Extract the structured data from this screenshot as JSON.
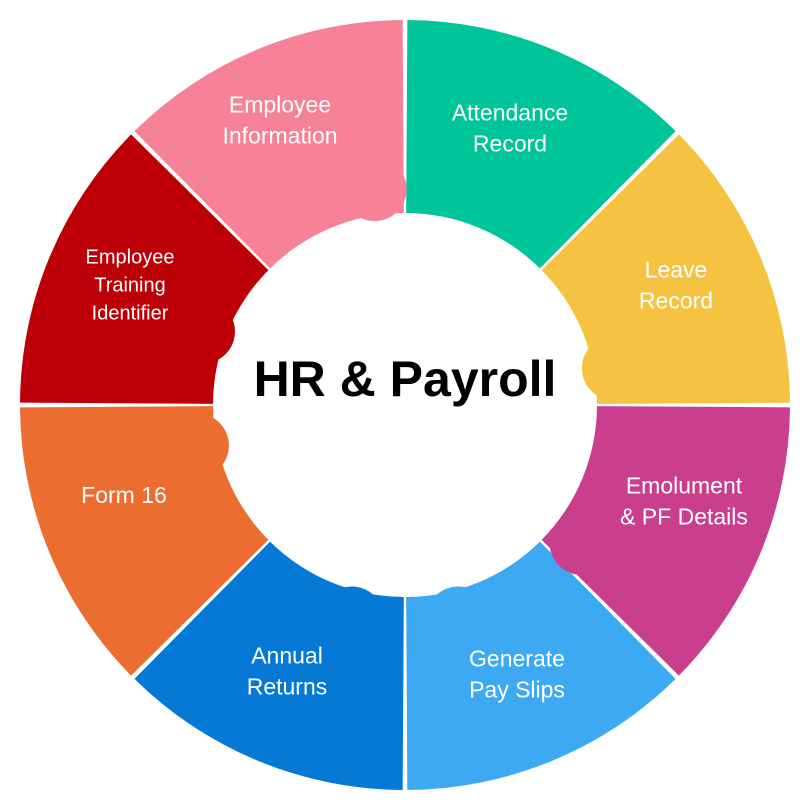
{
  "title": "HR & Payroll",
  "segments": [
    {
      "id": "employee-information",
      "lines": [
        "Employee",
        "Information"
      ],
      "color": "#F78197"
    },
    {
      "id": "attendance-record",
      "lines": [
        "Attendance",
        "Record"
      ],
      "color": "#00C49A"
    },
    {
      "id": "leave-record",
      "lines": [
        "Leave",
        "Record"
      ],
      "color": "#F5C242"
    },
    {
      "id": "emolument-pf-details",
      "lines": [
        "Emolument",
        "& PF Details"
      ],
      "color": "#CA3E8E"
    },
    {
      "id": "generate-pay-slips",
      "lines": [
        "Generate",
        "Pay Slips"
      ],
      "color": "#3DA9F2"
    },
    {
      "id": "annual-returns",
      "lines": [
        "Annual",
        "Returns"
      ],
      "color": "#0679D6"
    },
    {
      "id": "form-16",
      "lines": [
        "Form 16"
      ],
      "color": "#EB6E30"
    },
    {
      "id": "employee-training-identifier",
      "lines": [
        "Employee",
        "Training",
        "Identifier"
      ],
      "color": "#BD0007"
    }
  ]
}
